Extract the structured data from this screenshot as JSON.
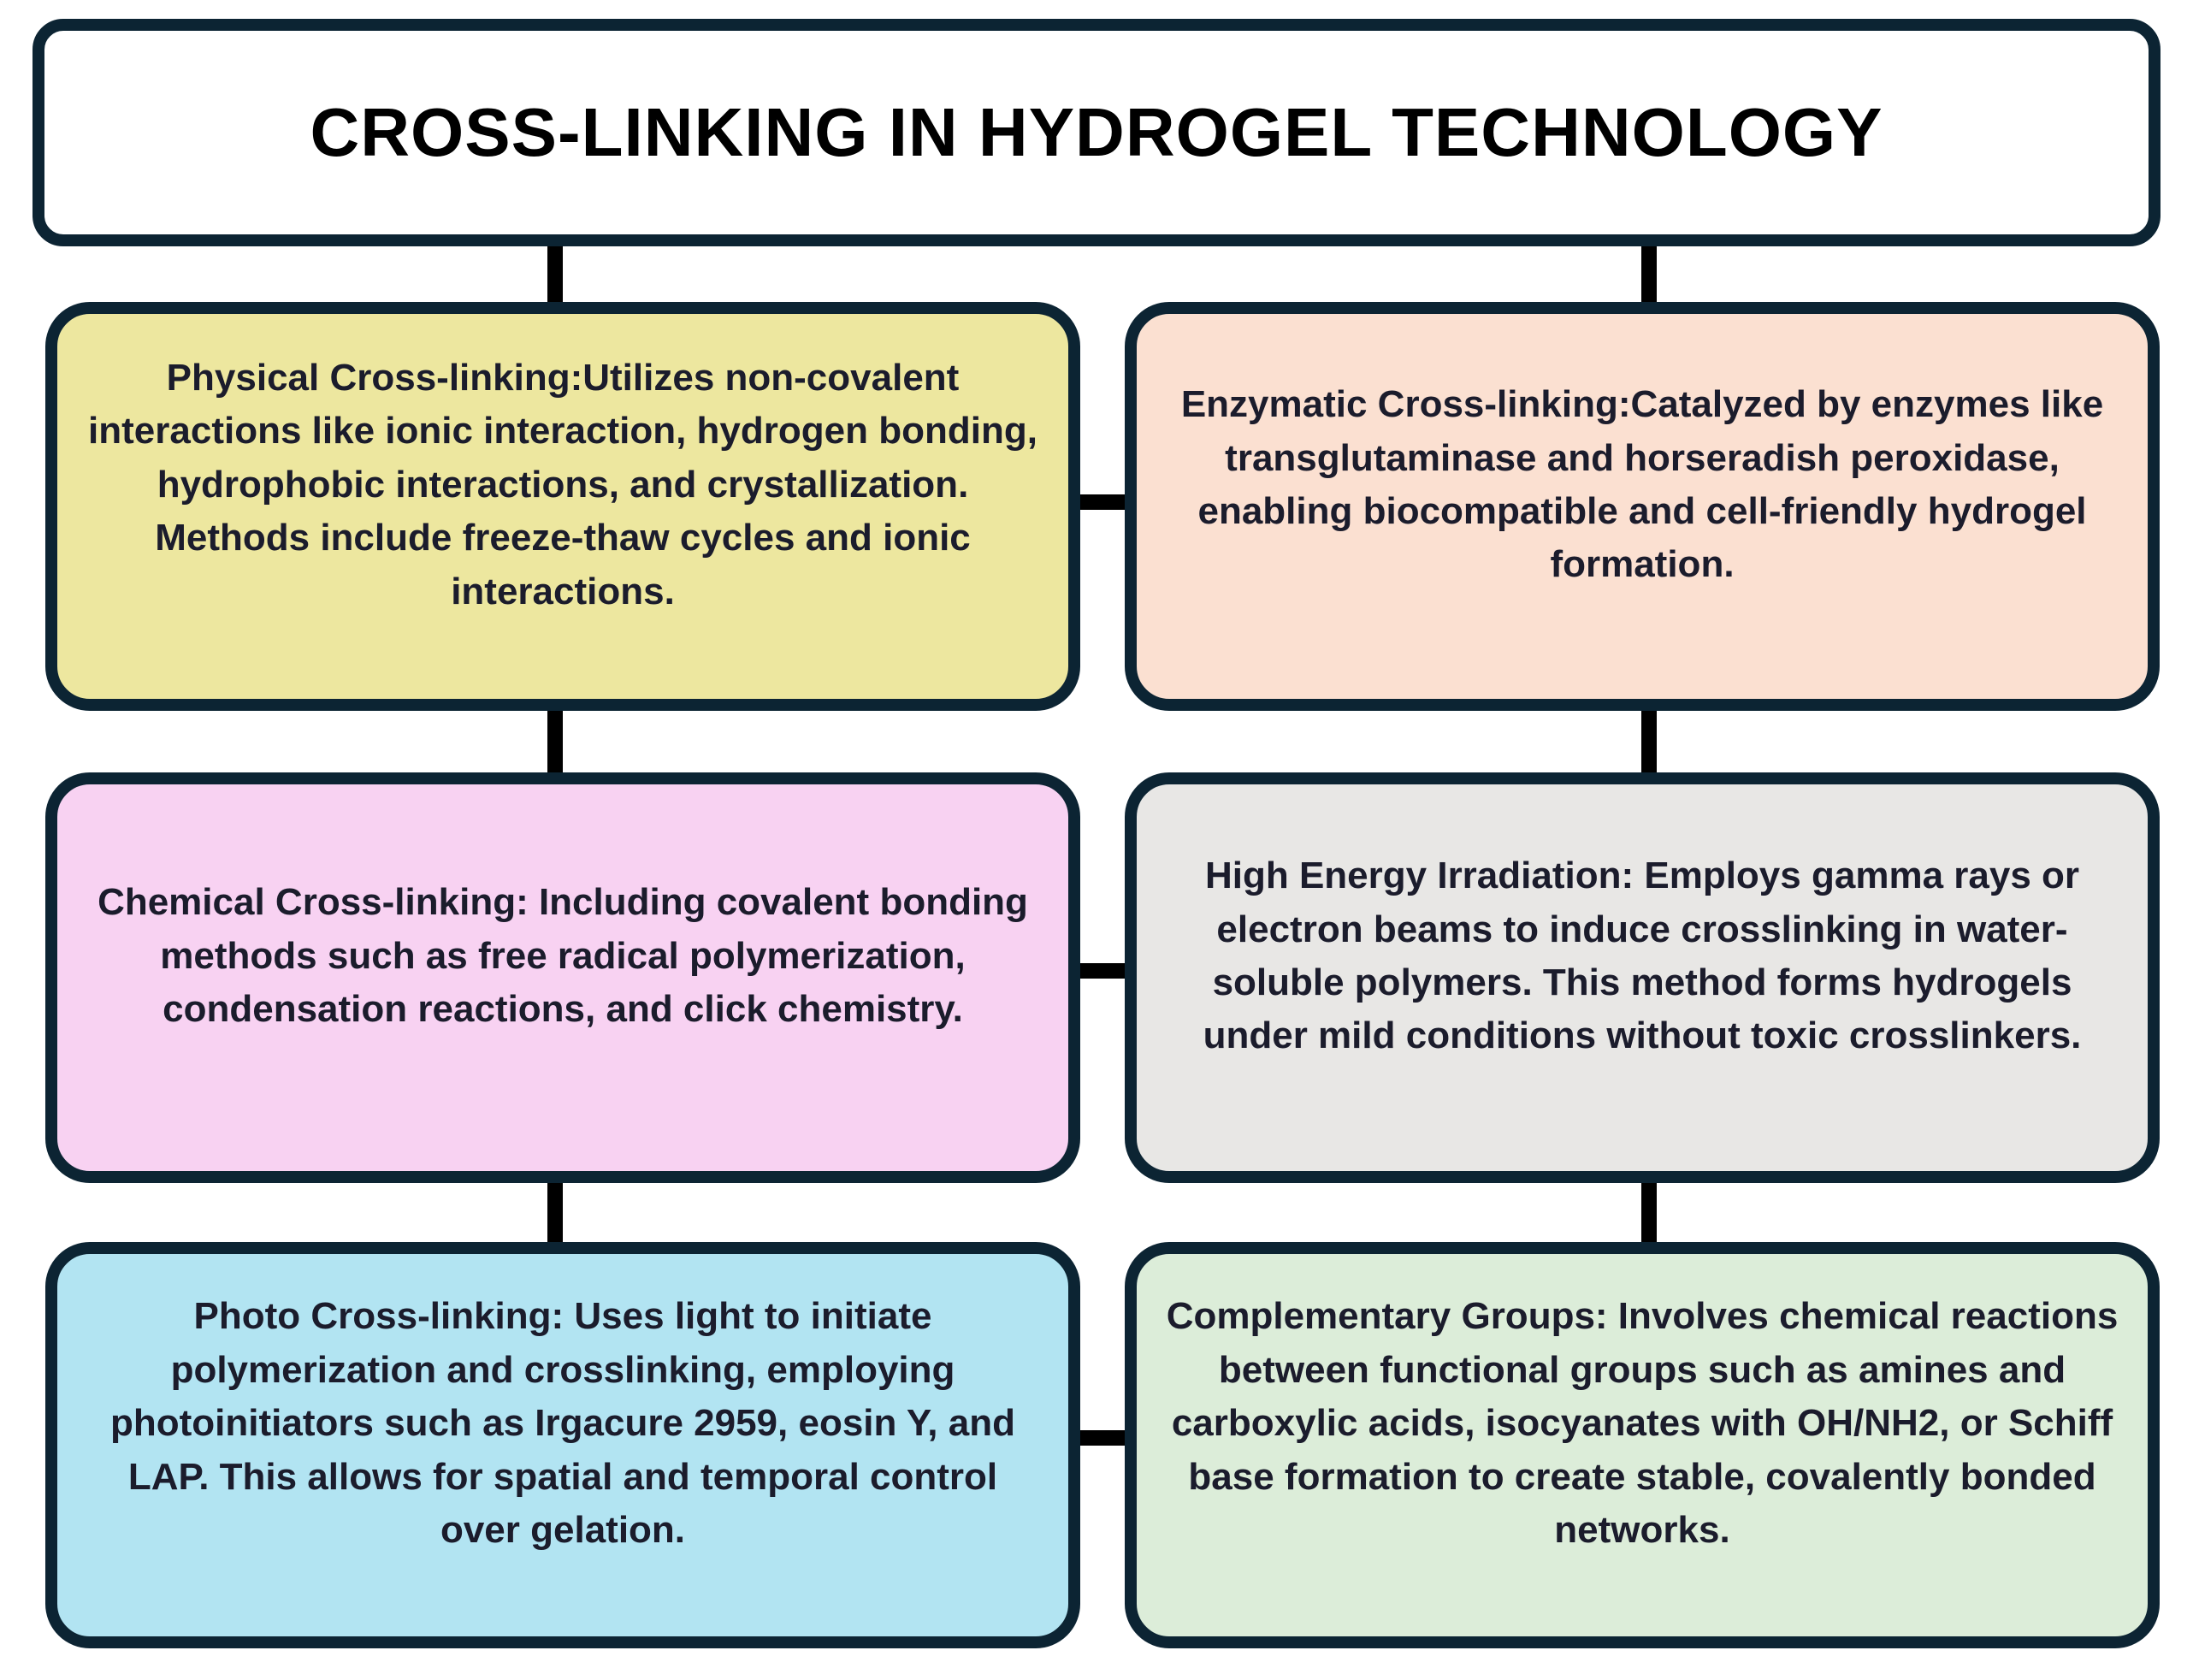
{
  "title": "CROSS-LINKING IN HYDROGEL TECHNOLOGY",
  "colors": {
    "border": "#0c2433",
    "connector": "#000000",
    "text": "#1b1c2c",
    "title_fill": "#ffffff"
  },
  "boxes": [
    {
      "id": "physical-cross-linking",
      "fill": "#ede79f",
      "text": "Physical Cross-linking:Utilizes non-covalent interactions like ionic interaction, hydrogen bonding, hydrophobic interactions, and crystallization. Methods include freeze-thaw cycles and ionic interactions."
    },
    {
      "id": "enzymatic-cross-linking",
      "fill": "#fbe0d1",
      "text": "Enzymatic Cross-linking:Catalyzed by enzymes like transglutaminase and horseradish peroxidase, enabling biocompatible and cell-friendly hydrogel formation."
    },
    {
      "id": "chemical-cross-linking",
      "fill": "#f8d2f2",
      "text": "Chemical Cross-linking: Including covalent bonding methods such as free radical polymerization, condensation reactions, and click chemistry."
    },
    {
      "id": "high-energy-irradiation",
      "fill": "#e8e7e5",
      "text": "High Energy Irradiation: Employs gamma rays or electron beams to induce crosslinking in water-soluble polymers. This method forms hydrogels under mild conditions without toxic crosslinkers."
    },
    {
      "id": "photo-cross-linking",
      "fill": "#b2e4f2",
      "text": "Photo Cross-linking: Uses light to initiate polymerization and crosslinking, employing photoinitiators such as Irgacure 2959, eosin Y, and LAP. This allows for spatial and temporal control over gelation."
    },
    {
      "id": "complementary-groups",
      "fill": "#dcedd9",
      "text": "Complementary Groups: Involves chemical reactions between functional groups such as amines and carboxylic acids, isocyanates with OH/NH2, or Schiff base formation to create stable, covalently bonded networks."
    }
  ]
}
